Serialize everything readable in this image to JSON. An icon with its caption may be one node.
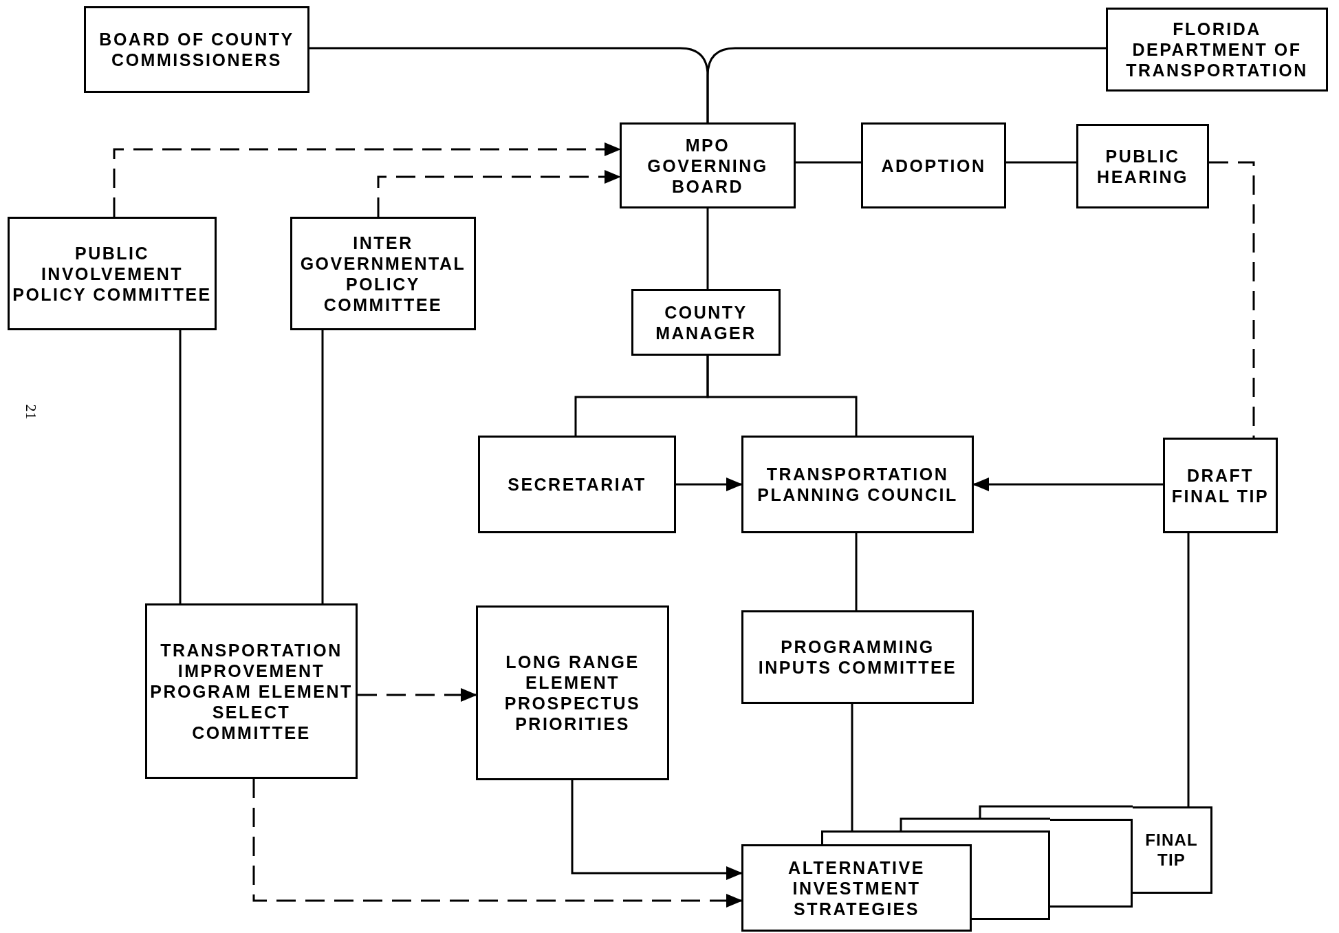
{
  "diagram": {
    "nodes": [
      {
        "text": [
          "BOARD OF COUNTY COMMISSIONERS"
        ]
      },
      {
        "text": [
          "FLORIDA DEPARTMENT OF TRANSPORTATION"
        ]
      },
      {
        "text": [
          "MPO GOVERNING BOARD"
        ]
      },
      {
        "text": [
          "ADOPTION"
        ]
      },
      {
        "text": [
          "PUBLIC HEARING"
        ]
      },
      {
        "text": [
          "PUBLIC INVOLVEMENT POLICY COMMITTEE"
        ]
      },
      {
        "text": [
          "INTER GOVERNMENTAL POLICY COMMITTEE"
        ]
      },
      {
        "text": [
          "COUNTY MANAGER"
        ]
      },
      {
        "text": [
          "SECRETARIAT"
        ]
      },
      {
        "text": [
          "TRANSPORTATION PLANNING COUNCIL"
        ]
      },
      {
        "text": [
          "DRAFT FINAL TIP"
        ]
      },
      {
        "text": [
          "TRANSPORTATION IMPROVEMENT PROGRAM ELEMENT SELECT COMMITTEE"
        ]
      },
      {
        "text": [
          "LONG RANGE ELEMENT PROSPECTUS PRIORITIES"
        ]
      },
      {
        "text": [
          "PROGRAMMING INPUTS COMMITTEE"
        ]
      },
      {
        "text": [
          "FINAL TIP"
        ]
      },
      {
        "text": [],
        "shape": "box"
      },
      {
        "text": [],
        "shape": "box"
      },
      {
        "text": [
          "ALTERNATIVE INVESTMENT STRATEGIES"
        ]
      }
    ],
    "edges": [
      {
        "from": 0,
        "to": 2,
        "arrow": "none"
      },
      {
        "from": 1,
        "to": 2,
        "arrow": "none"
      },
      {
        "from": 5,
        "to": 2,
        "arrow": "to",
        "style": "dashed"
      },
      {
        "from": 6,
        "to": 2,
        "arrow": "to",
        "style": "dashed"
      },
      {
        "from": 2,
        "to": 3,
        "arrow": "none"
      },
      {
        "from": 3,
        "to": 4,
        "arrow": "none"
      },
      {
        "from": 4,
        "to": 10,
        "arrow": "none",
        "style": "dashed"
      },
      {
        "from": 2,
        "to": 7,
        "arrow": "none"
      },
      {
        "from": 7,
        "to": 8,
        "arrow": "none"
      },
      {
        "from": 7,
        "to": 9,
        "arrow": "none"
      },
      {
        "from": 8,
        "to": 9,
        "arrow": "to"
      },
      {
        "from": 10,
        "to": 9,
        "arrow": "to"
      },
      {
        "from": 5,
        "to": 11,
        "arrow": "none"
      },
      {
        "from": 6,
        "to": 11,
        "arrow": "none"
      },
      {
        "from": 11,
        "to": 12,
        "arrow": "to",
        "style": "dashed"
      },
      {
        "from": 9,
        "to": 13,
        "arrow": "none"
      },
      {
        "from": 13,
        "to": 16,
        "arrow": "none"
      },
      {
        "from": 10,
        "to": 14,
        "arrow": "none"
      },
      {
        "from": 12,
        "to": 17,
        "arrow": "to"
      },
      {
        "from": 11,
        "to": 17,
        "arrow": "to",
        "style": "dashed"
      }
    ],
    "labels": [
      "21"
    ]
  }
}
